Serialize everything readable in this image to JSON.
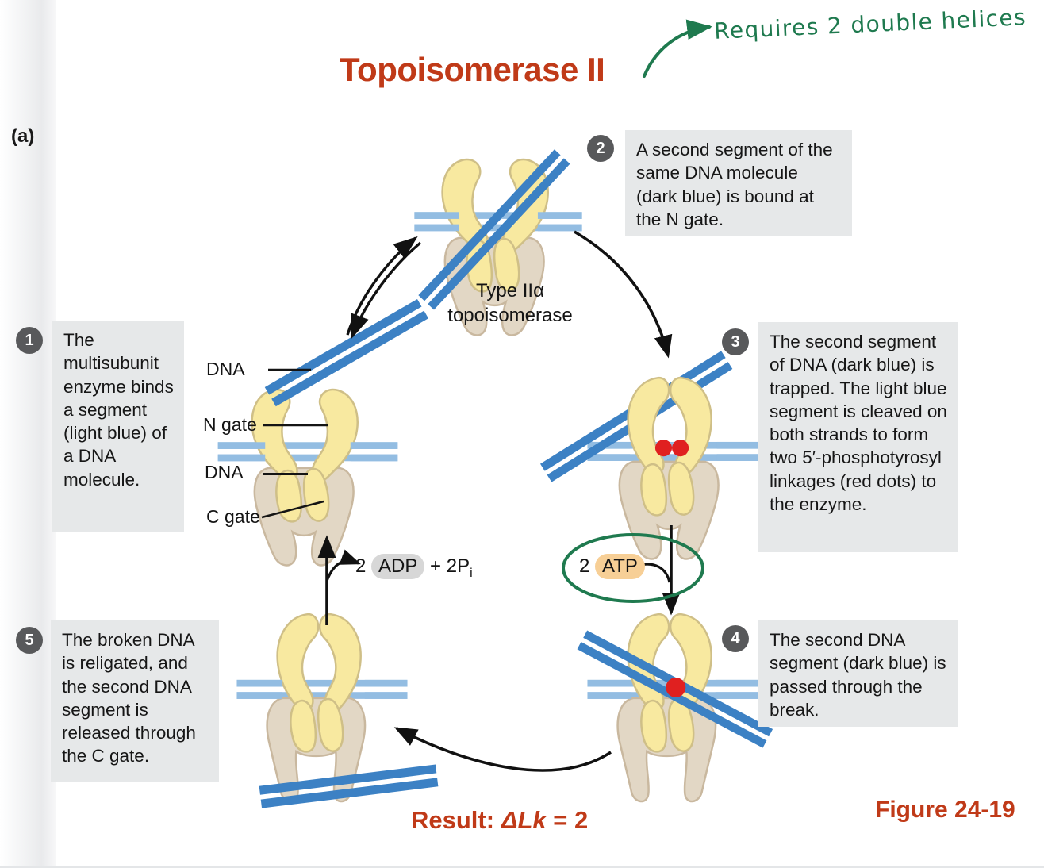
{
  "slide": {
    "panel_label": "(a)",
    "title": "Topoisomerase II",
    "figure_number": "Figure 24-19",
    "result_prefix": "Result: ",
    "result_symbol": "ΔLk",
    "result_value": " = 2"
  },
  "annotations": {
    "title_note": "Requires 2 double helices",
    "note_color": "#1f7a4f",
    "atp_circled": true
  },
  "diagram": {
    "enzyme_name_line1": "Type IIα",
    "enzyme_name_line2": "topoisomerase",
    "labels": [
      {
        "name": "dna-top",
        "text": "DNA"
      },
      {
        "name": "n-gate",
        "text": "N gate"
      },
      {
        "name": "dna-bound",
        "text": "DNA"
      },
      {
        "name": "c-gate",
        "text": "C gate"
      }
    ],
    "energy": {
      "adp_count": "2 ",
      "adp": "ADP",
      "adp_suffix": " + 2P",
      "adp_sub": "i",
      "atp_count": "2 ",
      "atp": "ATP"
    }
  },
  "steps": [
    {
      "number": "1",
      "text": "The multisubunit enzyme binds a segment (light blue) of a DNA molecule."
    },
    {
      "number": "2",
      "text": "A second segment of the same DNA molecule (dark blue) is bound at the N gate."
    },
    {
      "number": "3",
      "text": "The second segment of DNA (dark blue) is trapped. The light blue segment is cleaved on both strands to form two 5′-phosphotyrosyl linkages (red dots) to the enzyme."
    },
    {
      "number": "4",
      "text": "The second DNA segment (dark blue) is passed through the break."
    },
    {
      "number": "5",
      "text": "The broken DNA is religated, and the second DNA segment is released through the C gate."
    }
  ],
  "colors": {
    "title_red": "#c03a18",
    "dna_dark_blue": "#3c81c4",
    "dna_light_blue": "#93bde2",
    "enzyme_yellow": "#f8e9a0",
    "enzyme_tan": "#e2d7c5",
    "cleavage_red": "#e02020",
    "box_grey": "#e6e8e9",
    "badge_grey": "#58595b"
  }
}
